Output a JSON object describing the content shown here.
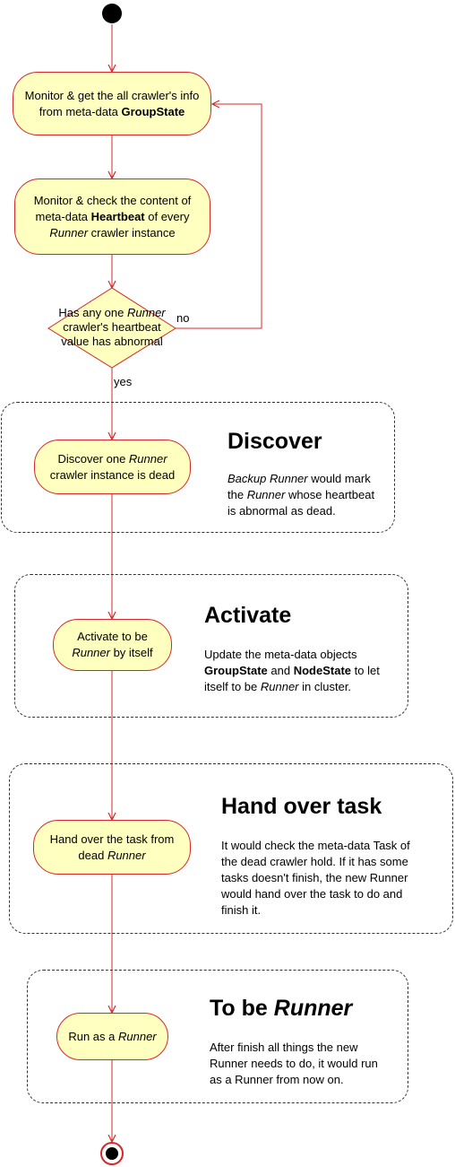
{
  "colors": {
    "node_fill": "#ffffc0",
    "line": "#d62828",
    "frame": "#333333"
  },
  "nodes": {
    "monitor_groupstate": {
      "line1": "Monitor & get the all crawler's info",
      "line2_pre": "from meta-data ",
      "line2_bold": "GroupState"
    },
    "monitor_heartbeat": {
      "line1": "Monitor & check the content of",
      "line2_pre": "meta-data ",
      "line2_bold": "Heartbeat",
      "line2_post": " of every",
      "line3_italic": "Runner",
      "line3_post": " crawler instance"
    },
    "decision": {
      "line1_pre": "Has any one ",
      "line1_italic": "Runner",
      "line2": "crawler's heartbeat",
      "line3": "value has abnormal"
    },
    "discover": {
      "line1_pre": "Discover one ",
      "line1_italic": "Runner",
      "line2": "crawler instance is dead"
    },
    "activate": {
      "line1": "Activate to be",
      "line2_italic": "Runner",
      "line2_post": " by itself"
    },
    "handover": {
      "line1": "Hand over the task from",
      "line2_pre": "dead ",
      "line2_italic": "Runner"
    },
    "run": {
      "pre": "Run as a ",
      "italic": "Runner"
    }
  },
  "edges": {
    "no_label": "no",
    "yes_label": "yes"
  },
  "stages": {
    "discover": {
      "title": "Discover",
      "d_italic": "Backup Runner",
      "d_1": " would mark",
      "d_2": "the ",
      "d_italic2": "Runner",
      "d_3": " whose heartbeat",
      "d_4": "is abnormal as dead."
    },
    "activate": {
      "title": "Activate",
      "d_1": "Update the meta-data objects",
      "d_bold1": "GroupState",
      "d_2": " and ",
      "d_bold2": "NodeState",
      "d_3": " to let",
      "d_4": "itself to be ",
      "d_italic": "Runner",
      "d_5": " in cluster."
    },
    "handover": {
      "title": "Hand over task",
      "d_1": "It would check the meta-data Task of",
      "d_2": "the dead crawler hold. If it has some",
      "d_3": "tasks doesn't finish, the new Runner",
      "d_4": "would hand over the task to do and",
      "d_5": "finish it."
    },
    "runner": {
      "title_pre": "To be ",
      "title_italic": "Runner",
      "d_1": "After finish all things the new",
      "d_2": "Runner needs to do, it would run",
      "d_3": "as a Runner from now on."
    }
  }
}
